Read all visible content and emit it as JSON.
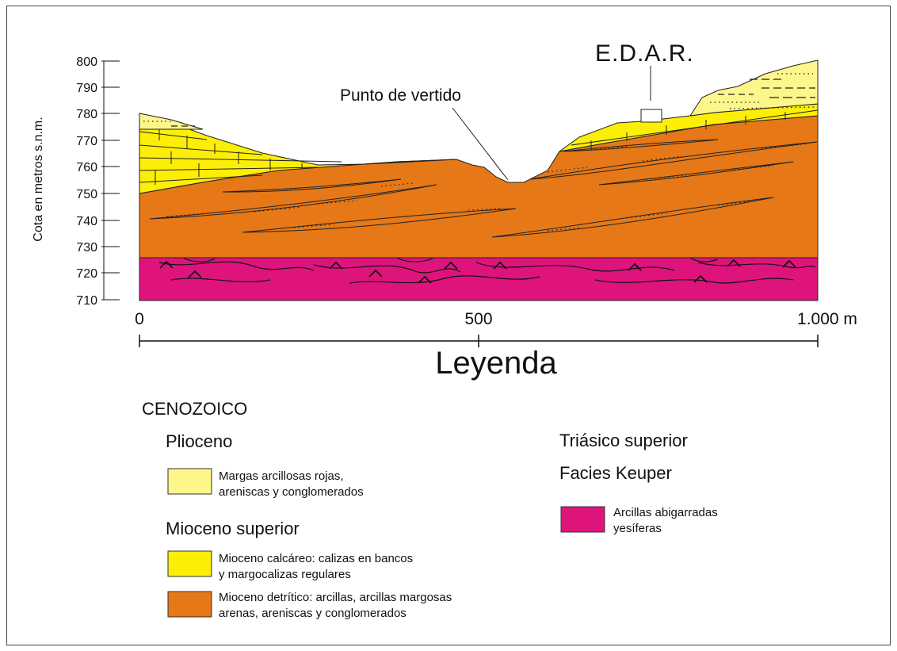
{
  "section": {
    "y_axis_title": "Cota en metros s.n.m.",
    "y_ticks": [
      "800",
      "790",
      "780",
      "770",
      "760",
      "750",
      "740",
      "730",
      "720",
      "710"
    ],
    "x_scale_labels": [
      "0",
      "500",
      "1.000 m"
    ],
    "annotation_outfall": "Punto de vertido",
    "annotation_plant": "E.D.A.R."
  },
  "legend": {
    "title": "Leyenda",
    "era": "CENOZOICO",
    "groups": [
      {
        "name": "Plioceno",
        "items": [
          {
            "lines": [
              "Margas arcillosas rojas,",
              "areniscas y conglomerados"
            ],
            "color": "#FDF68A"
          }
        ]
      },
      {
        "name": "Mioceno superior",
        "items": [
          {
            "lines": [
              "Mioceno calcáreo: calizas en bancos",
              " y margocalizas regulares"
            ],
            "color": "#FCEE07"
          },
          {
            "lines": [
              "Mioceno detrítico: arcillas, arcillas margosas",
              " arenas, areniscas y conglomerados"
            ],
            "color": "#E67818"
          }
        ]
      },
      {
        "name": "Triásico superior",
        "subname": "Facies Keuper",
        "items": [
          {
            "lines": [
              "Arcillas abigarradas",
              "yesíferas"
            ],
            "color": "#DE147C"
          }
        ]
      }
    ]
  },
  "colors": {
    "pliocene": "#FDF68A",
    "miocene_calcareous": "#FCEE07",
    "miocene_detrital": "#E67818",
    "keuper": "#DE147C"
  }
}
